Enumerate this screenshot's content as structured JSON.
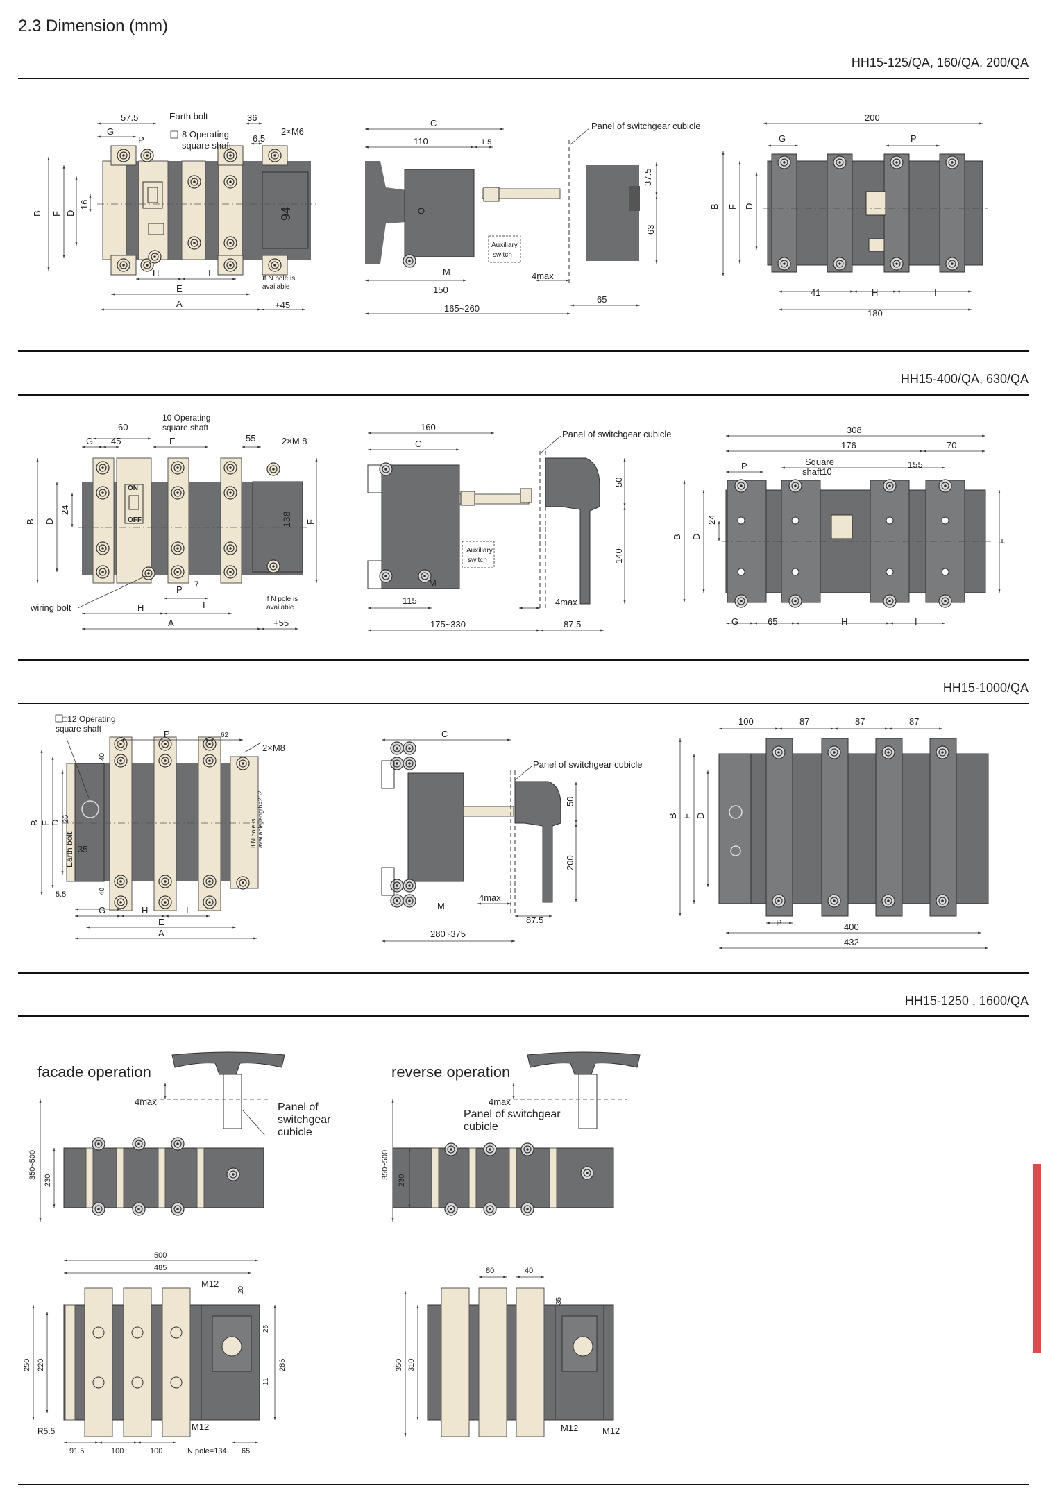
{
  "page": {
    "title": "2.3 Dimension (mm)",
    "accent_tab_color": "#d94c4c",
    "drawing_gray": "#6d6e70",
    "beige": "#efe6d2"
  },
  "sections": [
    {
      "title": "HH15-125/QA, 160/QA, 200/QA",
      "front": {
        "dims": {
          "top_a": "57.5",
          "top_b": "36",
          "g": "G",
          "p": "P",
          "m6": "2×M6",
          "d65": "6.5",
          "b": "B",
          "f": "F",
          "d": "D",
          "d16": "16",
          "h94": "94",
          "h": "H",
          "i": "I",
          "e": "E",
          "a": "A",
          "plus": "+45"
        },
        "notes": {
          "earth": "Earth bolt",
          "shaft1": "8 Operating",
          "shaft2": "square shaft",
          "npole1": "If N pole is",
          "npole2": "available"
        }
      },
      "side": {
        "dims": {
          "c": "C",
          "w110": "110",
          "w15": "1.5",
          "h375": "37.5",
          "h63": "63",
          "m": "M",
          "w150": "150",
          "w4max": "4max",
          "w65": "65",
          "range": "165~260"
        },
        "notes": {
          "panel": "Panel of switchgear cubicle",
          "aux1": "Auxiliary",
          "aux2": "switch"
        }
      },
      "top": {
        "dims": {
          "w200": "200",
          "g": "G",
          "p": "P",
          "b": "B",
          "f": "F",
          "d": "D",
          "w41": "41",
          "h": "H",
          "i": "I",
          "w180": "180"
        }
      }
    },
    {
      "title": "HH15-400/QA, 630/QA",
      "front": {
        "dims": {
          "w60": "60",
          "w45": "45",
          "g": "G",
          "e": "E",
          "w55": "55",
          "m8": "2×M 8",
          "b": "B",
          "d": "D",
          "d24": "24",
          "h138": "138",
          "f": "F",
          "p": "P",
          "w7": "7",
          "h": "H",
          "i": "I",
          "a": "A",
          "plus": "+55",
          "on": "ON",
          "off": "OFF"
        },
        "notes": {
          "shaft1": "10 Operating",
          "shaft2": "square shaft",
          "wiring": "wiring bolt",
          "npole1": "If N pole is",
          "npole2": "available"
        }
      },
      "side": {
        "dims": {
          "w160": "160",
          "c": "C",
          "h50": "50",
          "h140": "140",
          "m": "M",
          "w115": "115",
          "w4max": "4max",
          "range": "175~330",
          "w875": "87.5"
        },
        "notes": {
          "panel": "Panel of switchgear cubicle",
          "aux1": "Auxiliary",
          "aux2": "switch"
        }
      },
      "top": {
        "dims": {
          "w308": "308",
          "w176": "176",
          "w70": "70",
          "p": "P",
          "w155": "155",
          "b": "B",
          "d": "D",
          "d24": "24",
          "f": "F",
          "g": "G",
          "w65": "65",
          "h": "H",
          "i": "I"
        },
        "notes": {
          "sq1": "Square",
          "sq2": "shaft10"
        }
      }
    },
    {
      "title": "HH15-1000/QA",
      "front": {
        "dims": {
          "p": "P",
          "w62": "62",
          "m8": "2×M8",
          "w40": "40",
          "b": "B",
          "f": "F",
          "d": "D",
          "d26": "26",
          "d35": "35",
          "w55": "5.5",
          "w40b": "40",
          "g": "G",
          "h": "H",
          "i": "I",
          "e": "E",
          "a": "A"
        },
        "notes": {
          "shaft1": "□12 Operating",
          "shaft2": "square shaft",
          "earth": "Earth bolt",
          "npole": "If N pole is",
          "npole2": "available,length=252"
        }
      },
      "side": {
        "dims": {
          "c": "C",
          "h50": "50",
          "h200": "200",
          "m": "M",
          "w4max": "4max",
          "w875": "87.5",
          "range": "280~375"
        },
        "notes": {
          "panel": "Panel of switchgear cubicle"
        }
      },
      "top": {
        "dims": {
          "w100": "100",
          "w87a": "87",
          "w87b": "87",
          "w87c": "87",
          "b": "B",
          "f": "F",
          "d": "D",
          "p": "P",
          "w400": "400",
          "w432": "432"
        }
      }
    },
    {
      "title": "HH15-1250 , 1600/QA",
      "facade": {
        "label": "facade operation",
        "dims": {
          "w4max": "4max",
          "h350": "350~500",
          "h230": "230"
        },
        "notes": {
          "panel1": "Panel of",
          "panel2": "switchgear",
          "panel3": "cubicle"
        }
      },
      "reverse": {
        "label": "reverse operation",
        "dims": {
          "w4max": "4max",
          "h350": "350~500",
          "h230": "230"
        },
        "notes": {
          "panel1": "Panel of switchgear",
          "panel2": "cubicle"
        }
      },
      "facade_top": {
        "dims": {
          "w500": "500",
          "w485": "485",
          "m12a": "M12",
          "d20": "20",
          "h250": "250",
          "h220": "220",
          "d25": "25",
          "h286": "286",
          "d11": "11",
          "r55": "R5.5",
          "m12b": "M12",
          "w915": "91.5",
          "w100a": "100",
          "w100b": "100",
          "npole": "N pole=134",
          "w65": "65"
        }
      },
      "reverse_top": {
        "dims": {
          "w80": "80",
          "w40": "40",
          "h350": "350",
          "h310": "310",
          "d35": "35",
          "m12a": "M12",
          "m12b": "M12"
        }
      }
    }
  ]
}
